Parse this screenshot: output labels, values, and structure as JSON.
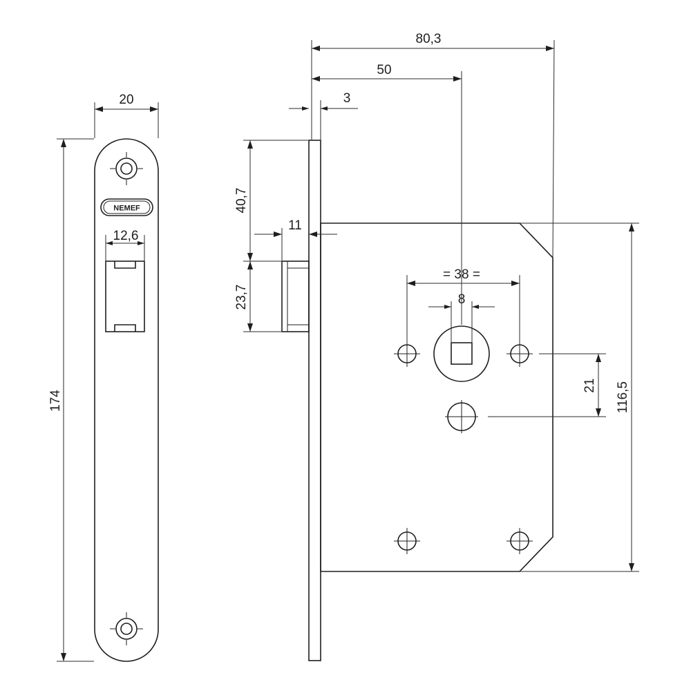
{
  "logo": {
    "text": "NEMEF"
  },
  "dimensions": {
    "faceplate_width": "20",
    "faceplate_height": "174",
    "latch_width": "12,6",
    "overall_depth": "80,3",
    "backset": "50",
    "faceplate_thickness": "3",
    "latch_projection": "11",
    "latch_offset_top": "40,7",
    "latch_height": "23,7",
    "rose_hole_spacing": "= 38 =",
    "spindle_square": "8",
    "spindle_to_cylinder": "21",
    "case_height": "116,5"
  }
}
